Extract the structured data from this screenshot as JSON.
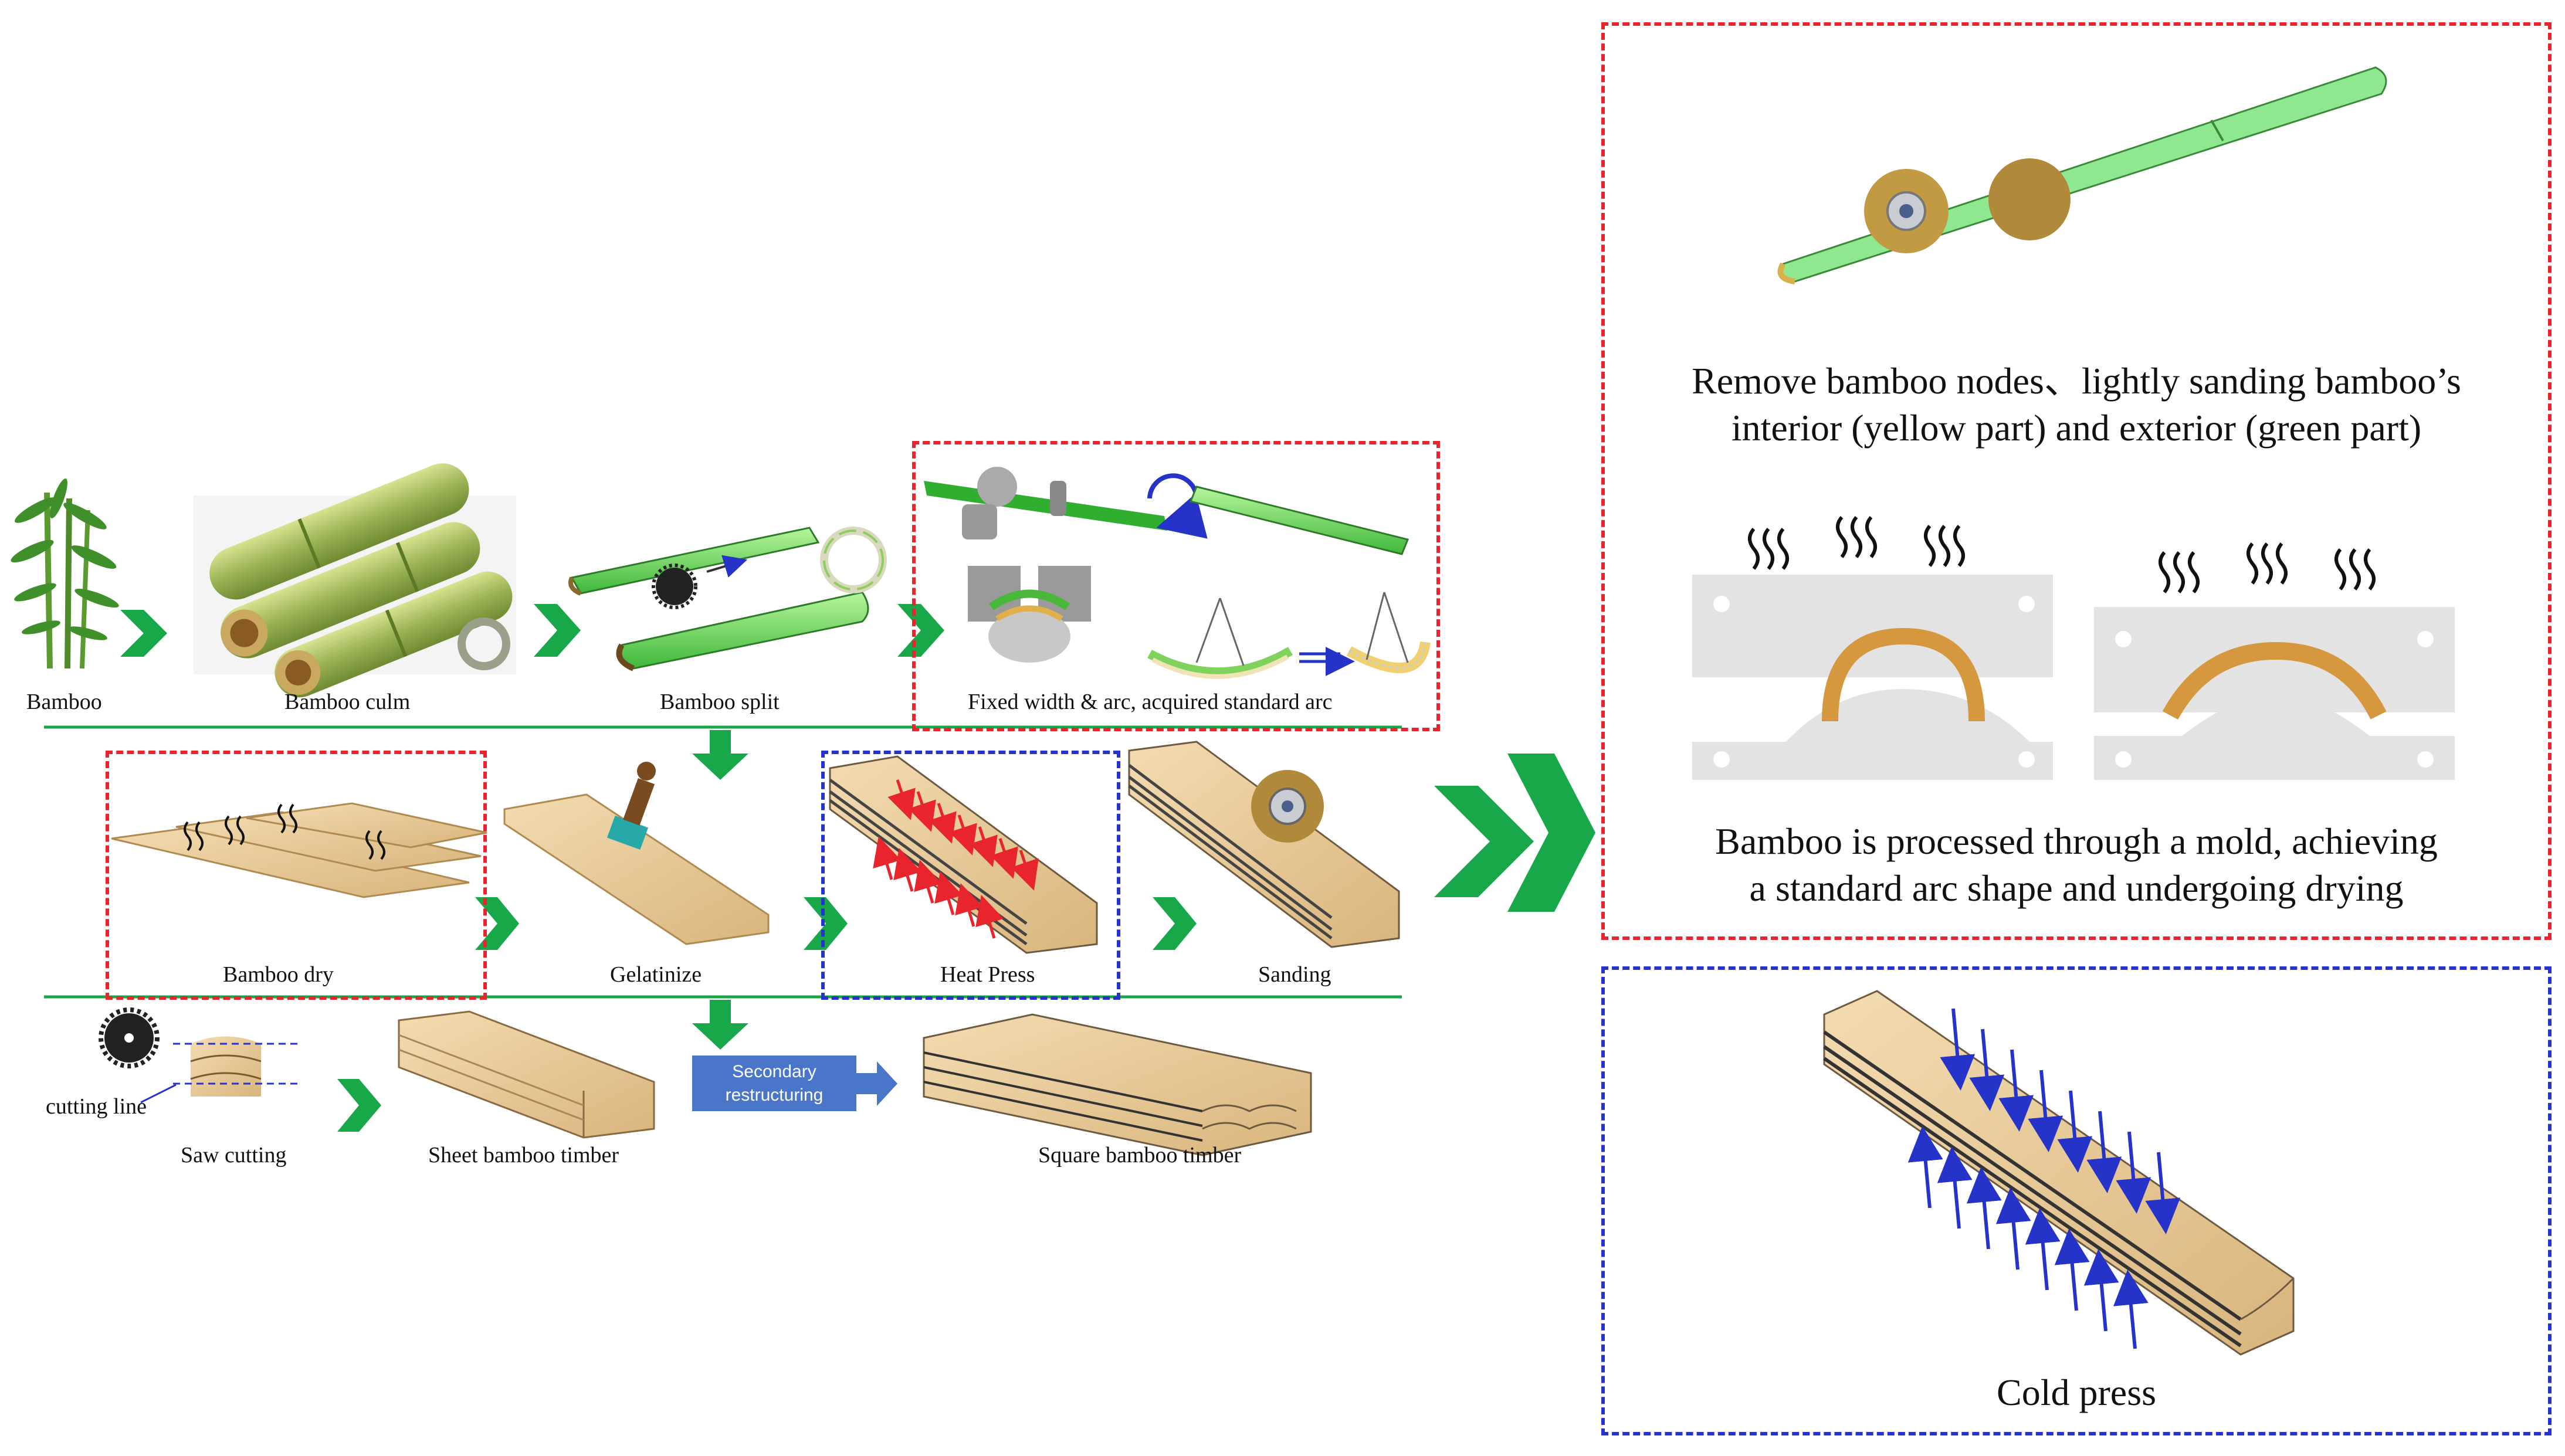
{
  "labels": {
    "bamboo": "Bamboo",
    "culm": "Bamboo culm",
    "split": "Bamboo split",
    "fixed": "Fixed width & arc, acquired standard arc",
    "dry": "Bamboo dry",
    "gelatinize": "Gelatinize",
    "heat_press": "Heat Press",
    "sanding": "Sanding",
    "cutting_line": "cutting line",
    "saw_cutting": "Saw cutting",
    "sheet_timber": "Sheet bamboo timber",
    "square_timber": "Square bamboo timber"
  },
  "secondary": {
    "line1": "Secondary",
    "line2": "restructuring"
  },
  "panels": {
    "nodes_line1": "Remove bamboo nodes、lightly sanding  bamboo’s",
    "nodes_line2": "interior (yellow part) and exterior (green part)",
    "mold_line1": "Bamboo is processed through a mold, achieving",
    "mold_line2": "a standard arc shape and undergoing drying",
    "cold_press": "Cold press"
  },
  "colors": {
    "flow_green": "#18a84a",
    "red_frame": "#e8242c",
    "blue_frame": "#2633c9",
    "bamboo_green": "#7bd66a",
    "wood": "#e6c48e",
    "heat_arrow": "#e8242c",
    "cold_arrow": "#2633c9"
  }
}
